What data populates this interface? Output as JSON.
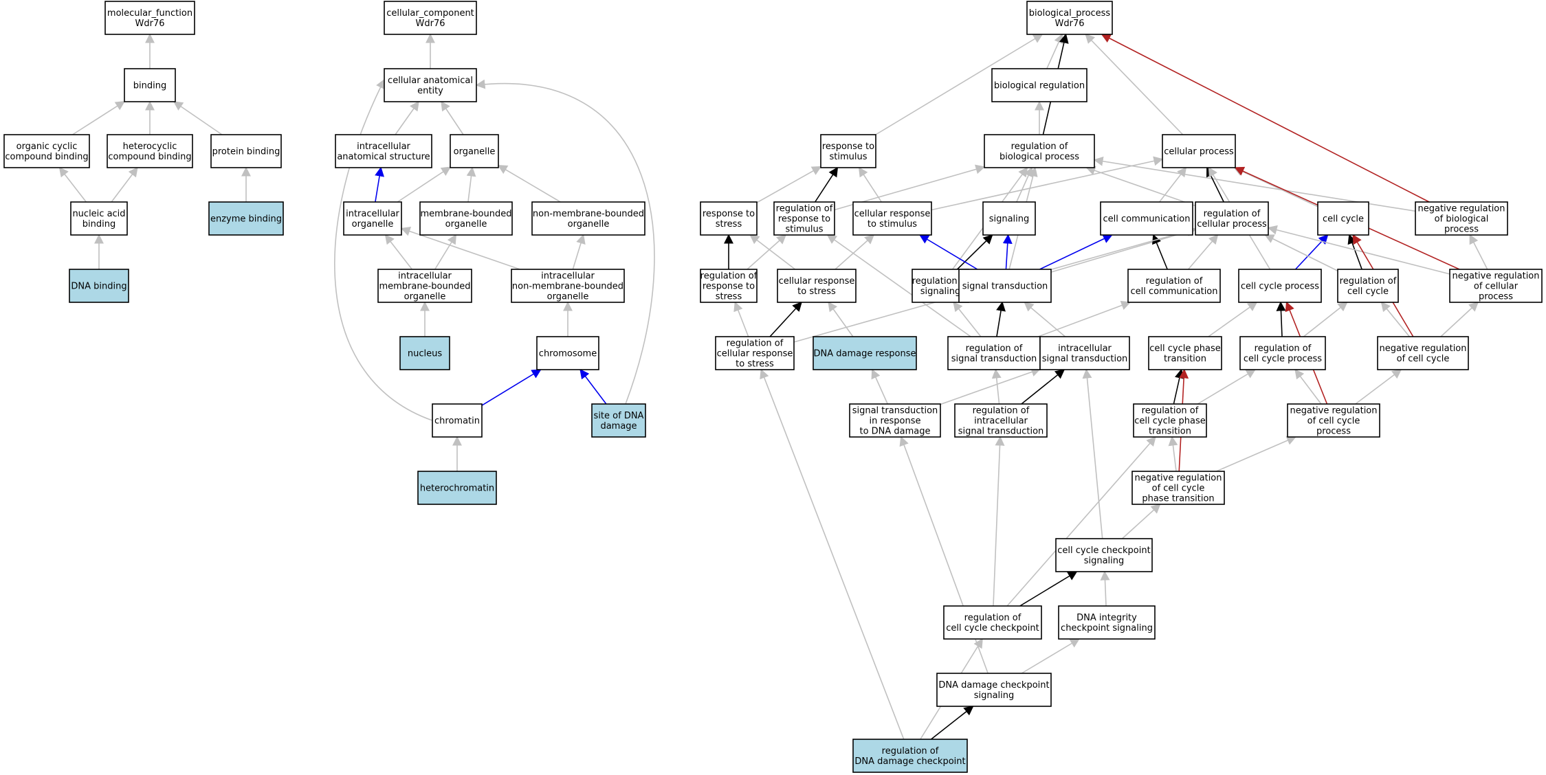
{
  "colors": {
    "default": "#ffffff",
    "annotated": "#add8e6",
    "is_a": "#c0c0c0",
    "part_of": "#000000",
    "positive": "#0000ee",
    "negative": "#b22222"
  },
  "nodes": [
    {
      "id": "mf",
      "lines": [
        "molecular_function",
        "Wdr76"
      ],
      "fill": "default"
    },
    {
      "id": "binding",
      "lines": [
        "binding"
      ],
      "fill": "default"
    },
    {
      "id": "ocb",
      "lines": [
        "organic cyclic",
        "compound binding"
      ],
      "fill": "default"
    },
    {
      "id": "hcb",
      "lines": [
        "heterocyclic",
        "compound binding"
      ],
      "fill": "default"
    },
    {
      "id": "pb",
      "lines": [
        "protein binding"
      ],
      "fill": "default"
    },
    {
      "id": "nab",
      "lines": [
        "nucleic acid",
        "binding"
      ],
      "fill": "default"
    },
    {
      "id": "eb",
      "lines": [
        "enzyme binding"
      ],
      "fill": "annotated"
    },
    {
      "id": "dnab",
      "lines": [
        "DNA binding"
      ],
      "fill": "annotated"
    },
    {
      "id": "cc",
      "lines": [
        "cellular_component",
        "Wdr76"
      ],
      "fill": "default"
    },
    {
      "id": "cae",
      "lines": [
        "cellular anatomical",
        "entity"
      ],
      "fill": "default"
    },
    {
      "id": "ias",
      "lines": [
        "intracellular",
        "anatomical structure"
      ],
      "fill": "default"
    },
    {
      "id": "org",
      "lines": [
        "organelle"
      ],
      "fill": "default"
    },
    {
      "id": "io",
      "lines": [
        "intracellular",
        "organelle"
      ],
      "fill": "default"
    },
    {
      "id": "mbo",
      "lines": [
        "membrane-bounded",
        "organelle"
      ],
      "fill": "default"
    },
    {
      "id": "nmbo",
      "lines": [
        "non-membrane-bounded",
        "organelle"
      ],
      "fill": "default"
    },
    {
      "id": "imbo",
      "lines": [
        "intracellular",
        "membrane-bounded",
        "organelle"
      ],
      "fill": "default"
    },
    {
      "id": "inmbo",
      "lines": [
        "intracellular",
        "non-membrane-bounded",
        "organelle"
      ],
      "fill": "default"
    },
    {
      "id": "nucleus",
      "lines": [
        "nucleus"
      ],
      "fill": "annotated"
    },
    {
      "id": "chrom",
      "lines": [
        "chromosome"
      ],
      "fill": "default"
    },
    {
      "id": "chromatin",
      "lines": [
        "chromatin"
      ],
      "fill": "default"
    },
    {
      "id": "sdd",
      "lines": [
        "site of DNA",
        "damage"
      ],
      "fill": "annotated"
    },
    {
      "id": "hchrom",
      "lines": [
        "heterochromatin"
      ],
      "fill": "annotated"
    },
    {
      "id": "bp",
      "lines": [
        "biological_process",
        "Wdr76"
      ],
      "fill": "default"
    },
    {
      "id": "breg",
      "lines": [
        "biological regulation"
      ],
      "fill": "default"
    },
    {
      "id": "rts",
      "lines": [
        "response to",
        "stimulus"
      ],
      "fill": "default"
    },
    {
      "id": "rbp",
      "lines": [
        "regulation of",
        "biological process"
      ],
      "fill": "default"
    },
    {
      "id": "cp",
      "lines": [
        "cellular process"
      ],
      "fill": "default"
    },
    {
      "id": "rtstress",
      "lines": [
        "response to",
        "stress"
      ],
      "fill": "default"
    },
    {
      "id": "rrts",
      "lines": [
        "regulation of",
        "response to",
        "stimulus"
      ],
      "fill": "default"
    },
    {
      "id": "crts",
      "lines": [
        "cellular response",
        "to stimulus"
      ],
      "fill": "default"
    },
    {
      "id": "sig",
      "lines": [
        "signaling"
      ],
      "fill": "default"
    },
    {
      "id": "ccomm",
      "lines": [
        "cell communication"
      ],
      "fill": "default"
    },
    {
      "id": "rcp",
      "lines": [
        "regulation of",
        "cellular process"
      ],
      "fill": "default"
    },
    {
      "id": "ccyc",
      "lines": [
        "cell cycle"
      ],
      "fill": "default"
    },
    {
      "id": "nrbp",
      "lines": [
        "negative regulation",
        "of biological",
        "process"
      ],
      "fill": "default"
    },
    {
      "id": "rrtstress",
      "lines": [
        "regulation of",
        "response to",
        "stress"
      ],
      "fill": "default"
    },
    {
      "id": "crtstress",
      "lines": [
        "cellular response",
        "to stress"
      ],
      "fill": "default"
    },
    {
      "id": "rsig",
      "lines": [
        "regulation of",
        "signaling"
      ],
      "fill": "default"
    },
    {
      "id": "st",
      "lines": [
        "signal transduction"
      ],
      "fill": "default"
    },
    {
      "id": "rcc",
      "lines": [
        "regulation of",
        "cell communication"
      ],
      "fill": "default"
    },
    {
      "id": "ccp",
      "lines": [
        "cell cycle process"
      ],
      "fill": "default"
    },
    {
      "id": "rccyc",
      "lines": [
        "regulation of",
        "cell cycle"
      ],
      "fill": "default"
    },
    {
      "id": "nrcp",
      "lines": [
        "negative regulation",
        "of cellular",
        "process"
      ],
      "fill": "default"
    },
    {
      "id": "rcrts",
      "lines": [
        "regulation of",
        "cellular response",
        "to stress"
      ],
      "fill": "default"
    },
    {
      "id": "ddr",
      "lines": [
        "DNA damage response"
      ],
      "fill": "annotated"
    },
    {
      "id": "rst",
      "lines": [
        "regulation of",
        "signal transduction"
      ],
      "fill": "default"
    },
    {
      "id": "ist",
      "lines": [
        "intracellular",
        "signal transduction"
      ],
      "fill": "default"
    },
    {
      "id": "ccpt",
      "lines": [
        "cell cycle phase",
        "transition"
      ],
      "fill": "default"
    },
    {
      "id": "rccp",
      "lines": [
        "regulation of",
        "cell cycle process"
      ],
      "fill": "default"
    },
    {
      "id": "nrccyc",
      "lines": [
        "negative regulation",
        "of cell cycle"
      ],
      "fill": "default"
    },
    {
      "id": "stdd",
      "lines": [
        "signal transduction",
        "in response",
        "to DNA damage"
      ],
      "fill": "default"
    },
    {
      "id": "rist",
      "lines": [
        "regulation of",
        "intracellular",
        "signal transduction"
      ],
      "fill": "default"
    },
    {
      "id": "rccpt",
      "lines": [
        "regulation of",
        "cell cycle phase",
        "transition"
      ],
      "fill": "default"
    },
    {
      "id": "nrccp",
      "lines": [
        "negative regulation",
        "of cell cycle",
        "process"
      ],
      "fill": "default"
    },
    {
      "id": "nrccpt",
      "lines": [
        "negative regulation",
        "of cell cycle",
        "phase transition"
      ],
      "fill": "default"
    },
    {
      "id": "cccs",
      "lines": [
        "cell cycle checkpoint",
        "signaling"
      ],
      "fill": "default"
    },
    {
      "id": "rccc",
      "lines": [
        "regulation of",
        "cell cycle checkpoint"
      ],
      "fill": "default"
    },
    {
      "id": "dicp",
      "lines": [
        "DNA integrity",
        "checkpoint signaling"
      ],
      "fill": "default"
    },
    {
      "id": "ddcs",
      "lines": [
        "DNA damage checkpoint",
        "signaling"
      ],
      "fill": "default"
    },
    {
      "id": "rddc",
      "lines": [
        "regulation of",
        "DNA damage checkpoint"
      ],
      "fill": "annotated"
    }
  ],
  "edges": [
    {
      "from": "binding",
      "to": "mf",
      "kind": "is_a"
    },
    {
      "from": "ocb",
      "to": "binding",
      "kind": "is_a"
    },
    {
      "from": "hcb",
      "to": "binding",
      "kind": "is_a"
    },
    {
      "from": "pb",
      "to": "binding",
      "kind": "is_a"
    },
    {
      "from": "nab",
      "to": "ocb",
      "kind": "is_a"
    },
    {
      "from": "nab",
      "to": "hcb",
      "kind": "is_a"
    },
    {
      "from": "eb",
      "to": "pb",
      "kind": "is_a"
    },
    {
      "from": "dnab",
      "to": "nab",
      "kind": "is_a"
    },
    {
      "from": "cae",
      "to": "cc",
      "kind": "is_a"
    },
    {
      "from": "ias",
      "to": "cae",
      "kind": "is_a"
    },
    {
      "from": "org",
      "to": "cae",
      "kind": "is_a"
    },
    {
      "from": "io",
      "to": "ias",
      "kind": "positive"
    },
    {
      "from": "io",
      "to": "org",
      "kind": "is_a"
    },
    {
      "from": "mbo",
      "to": "org",
      "kind": "is_a"
    },
    {
      "from": "nmbo",
      "to": "org",
      "kind": "is_a"
    },
    {
      "from": "imbo",
      "to": "io",
      "kind": "is_a"
    },
    {
      "from": "imbo",
      "to": "mbo",
      "kind": "is_a"
    },
    {
      "from": "inmbo",
      "to": "io",
      "kind": "is_a"
    },
    {
      "from": "inmbo",
      "to": "nmbo",
      "kind": "is_a"
    },
    {
      "from": "nucleus",
      "to": "imbo",
      "kind": "is_a"
    },
    {
      "from": "chrom",
      "to": "inmbo",
      "kind": "is_a"
    },
    {
      "from": "chromatin",
      "to": "chrom",
      "kind": "positive"
    },
    {
      "from": "chromatin",
      "to": "cae",
      "kind": "is_a",
      "curve": "left"
    },
    {
      "from": "sdd",
      "to": "chrom",
      "kind": "positive"
    },
    {
      "from": "sdd",
      "to": "cae",
      "kind": "is_a",
      "curve": "right"
    },
    {
      "from": "hchrom",
      "to": "chromatin",
      "kind": "is_a"
    },
    {
      "from": "breg",
      "to": "bp",
      "kind": "is_a"
    },
    {
      "from": "rts",
      "to": "bp",
      "kind": "is_a"
    },
    {
      "from": "rbp",
      "to": "bp",
      "kind": "part_of"
    },
    {
      "from": "rbp",
      "to": "breg",
      "kind": "is_a"
    },
    {
      "from": "cp",
      "to": "bp",
      "kind": "is_a"
    },
    {
      "from": "nrbp",
      "to": "bp",
      "kind": "negative"
    },
    {
      "from": "nrbp",
      "to": "rbp",
      "kind": "is_a"
    },
    {
      "from": "rtstress",
      "to": "rts",
      "kind": "is_a"
    },
    {
      "from": "rrts",
      "to": "rts",
      "kind": "part_of"
    },
    {
      "from": "rrts",
      "to": "rbp",
      "kind": "is_a"
    },
    {
      "from": "crts",
      "to": "rts",
      "kind": "is_a"
    },
    {
      "from": "crts",
      "to": "cp",
      "kind": "is_a"
    },
    {
      "from": "sig",
      "to": "rbp",
      "kind": "is_a"
    },
    {
      "from": "ccomm",
      "to": "cp",
      "kind": "is_a"
    },
    {
      "from": "rcp",
      "to": "cp",
      "kind": "part_of"
    },
    {
      "from": "rcp",
      "to": "rbp",
      "kind": "is_a"
    },
    {
      "from": "ccyc",
      "to": "cp",
      "kind": "is_a"
    },
    {
      "from": "rrtstress",
      "to": "rtstress",
      "kind": "part_of"
    },
    {
      "from": "rrtstress",
      "to": "rrts",
      "kind": "is_a"
    },
    {
      "from": "crtstress",
      "to": "rtstress",
      "kind": "is_a"
    },
    {
      "from": "crtstress",
      "to": "crts",
      "kind": "is_a"
    },
    {
      "from": "rsig",
      "to": "sig",
      "kind": "part_of"
    },
    {
      "from": "rsig",
      "to": "rbp",
      "kind": "is_a"
    },
    {
      "from": "st",
      "to": "sig",
      "kind": "positive"
    },
    {
      "from": "st",
      "to": "crts",
      "kind": "positive"
    },
    {
      "from": "st",
      "to": "ccomm",
      "kind": "positive"
    },
    {
      "from": "st",
      "to": "rbp",
      "kind": "is_a"
    },
    {
      "from": "st",
      "to": "rcp",
      "kind": "is_a"
    },
    {
      "from": "rcc",
      "to": "ccomm",
      "kind": "part_of"
    },
    {
      "from": "rcc",
      "to": "rcp",
      "kind": "is_a"
    },
    {
      "from": "ccp",
      "to": "ccyc",
      "kind": "positive"
    },
    {
      "from": "ccp",
      "to": "cp",
      "kind": "is_a"
    },
    {
      "from": "rccyc",
      "to": "ccyc",
      "kind": "part_of"
    },
    {
      "from": "rccyc",
      "to": "rcp",
      "kind": "is_a"
    },
    {
      "from": "nrcp",
      "to": "cp",
      "kind": "negative"
    },
    {
      "from": "nrcp",
      "to": "rcp",
      "kind": "is_a"
    },
    {
      "from": "nrcp",
      "to": "nrbp",
      "kind": "is_a"
    },
    {
      "from": "rcrts",
      "to": "crtstress",
      "kind": "part_of"
    },
    {
      "from": "rcrts",
      "to": "rrtstress",
      "kind": "is_a"
    },
    {
      "from": "rcrts",
      "to": "rcp",
      "kind": "is_a"
    },
    {
      "from": "ddr",
      "to": "crtstress",
      "kind": "is_a"
    },
    {
      "from": "rst",
      "to": "st",
      "kind": "part_of"
    },
    {
      "from": "rst",
      "to": "rsig",
      "kind": "is_a"
    },
    {
      "from": "rst",
      "to": "rcc",
      "kind": "is_a"
    },
    {
      "from": "rst",
      "to": "rrts",
      "kind": "is_a"
    },
    {
      "from": "ist",
      "to": "st",
      "kind": "is_a"
    },
    {
      "from": "ccpt",
      "to": "ccp",
      "kind": "is_a"
    },
    {
      "from": "rccp",
      "to": "ccp",
      "kind": "part_of"
    },
    {
      "from": "rccp",
      "to": "rccyc",
      "kind": "is_a"
    },
    {
      "from": "nrccyc",
      "to": "ccyc",
      "kind": "negative"
    },
    {
      "from": "nrccyc",
      "to": "rccyc",
      "kind": "is_a"
    },
    {
      "from": "nrccyc",
      "to": "nrcp",
      "kind": "is_a"
    },
    {
      "from": "stdd",
      "to": "ddr",
      "kind": "is_a"
    },
    {
      "from": "stdd",
      "to": "ist",
      "kind": "is_a"
    },
    {
      "from": "rist",
      "to": "ist",
      "kind": "part_of"
    },
    {
      "from": "rist",
      "to": "rst",
      "kind": "is_a"
    },
    {
      "from": "rccpt",
      "to": "ccpt",
      "kind": "part_of"
    },
    {
      "from": "rccpt",
      "to": "rccp",
      "kind": "is_a"
    },
    {
      "from": "nrccp",
      "to": "ccp",
      "kind": "negative"
    },
    {
      "from": "nrccp",
      "to": "rccp",
      "kind": "is_a"
    },
    {
      "from": "nrccp",
      "to": "nrccyc",
      "kind": "is_a"
    },
    {
      "from": "nrccpt",
      "to": "ccpt",
      "kind": "negative"
    },
    {
      "from": "nrccpt",
      "to": "rccpt",
      "kind": "is_a"
    },
    {
      "from": "nrccpt",
      "to": "nrccp",
      "kind": "is_a"
    },
    {
      "from": "cccs",
      "to": "nrccpt",
      "kind": "is_a"
    },
    {
      "from": "cccs",
      "to": "ist",
      "kind": "is_a"
    },
    {
      "from": "rccc",
      "to": "cccs",
      "kind": "part_of"
    },
    {
      "from": "rccc",
      "to": "rccpt",
      "kind": "is_a"
    },
    {
      "from": "rccc",
      "to": "rist",
      "kind": "is_a"
    },
    {
      "from": "dicp",
      "to": "cccs",
      "kind": "is_a"
    },
    {
      "from": "ddcs",
      "to": "dicp",
      "kind": "is_a"
    },
    {
      "from": "ddcs",
      "to": "stdd",
      "kind": "is_a"
    },
    {
      "from": "rddc",
      "to": "ddcs",
      "kind": "part_of"
    },
    {
      "from": "rddc",
      "to": "rccc",
      "kind": "is_a"
    },
    {
      "from": "rddc",
      "to": "rcrts",
      "kind": "is_a"
    }
  ]
}
